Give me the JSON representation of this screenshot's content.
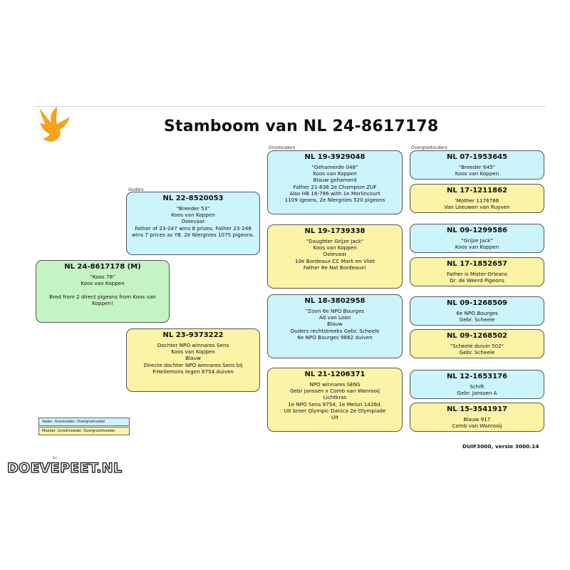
{
  "title": "Stamboom van NL 24-8617178",
  "generations": {
    "ouders": "Ouders",
    "grootouders": "Grootouders",
    "overgrootouders": "Overgrootouders"
  },
  "subject": {
    "ring": "NL 24-8617178 (M)",
    "lines": [
      "\"Koos 78\"",
      "Koos van Koppen",
      " ",
      "Bred from 2 direct pigeons from Koos van Koppen!"
    ]
  },
  "parents": [
    {
      "ring": "NL 22-8520053",
      "lines": [
        "\"Breeder 53\"",
        "Koos van Koppen",
        "Ooievaar",
        "Father of 23-247 wins 8 prizes. Father 23-248 wins 7 prices as YB. 2e Niergnies 1075 pigeons."
      ]
    },
    {
      "ring": "NL 23-9373222",
      "lines": [
        "Dochter NPO winnares Sens",
        "Koos van Koppen",
        "Blauw",
        "Directe dochter NPO winnares Sens bij P.Hellemons tegen 8754 duiven"
      ]
    }
  ],
  "grandparents": [
    {
      "ring": "NL 19-3929048",
      "lines": [
        "\"Gehamerde 048\"",
        "Koos van Koppen",
        "Blauw gehamerd",
        "Father 21-836 2e Champion ZUF",
        "Also HB 18-786 with 1e Morlincourt",
        "1109 igeons, 2e NIergnies 520 pigeons"
      ]
    },
    {
      "ring": "NL 19-1739338",
      "lines": [
        "\"Daughter Grijze Jack\"",
        "Koos van Koppen",
        "Ooievaar",
        "10e Bordeaux CC Mark en Vliet",
        "Father 8e Nat Bordeaux!"
      ]
    },
    {
      "ring": "NL 18-3802958",
      "lines": [
        "\"Zoon 6e NPO Bourges",
        "Ad van Loon",
        "Blauw",
        "Ouders rechtstreeks Gebr. Scheele",
        "6e NPO Bourges 9882 duiven"
      ]
    },
    {
      "ring": "NL 21-1206371",
      "lines": [
        "NPO winnares SENS",
        "Gebr Janssen x Comb van Wanrooij",
        "Lichtkras",
        "1e NPO Sens 8754, 1e Melun 1426d.",
        "Uit broer Olympic Danica 2e Olympiade",
        "Uit"
      ]
    }
  ],
  "great_grandparents": [
    {
      "ring": "NL 07-1953645",
      "lines": [
        "\"Breeder 645\"",
        "Koos van Koppen"
      ]
    },
    {
      "ring": "NL 17-1211862",
      "lines": [
        "'Mother 1176786",
        "Van Leeuwen van Ruyven"
      ]
    },
    {
      "ring": "NL 09-1299586",
      "lines": [
        "\"Grijze Jack\"",
        "Koos van Koppen"
      ]
    },
    {
      "ring": "NL 17-1852657",
      "lines": [
        "Father is Mister Orleans",
        "Dr. de Weerd Pigeons"
      ]
    },
    {
      "ring": "NL 09-1268509",
      "lines": [
        "6e NPO Bourges",
        "Gebr. Scheele"
      ]
    },
    {
      "ring": "NL 09-1268502",
      "lines": [
        "\"Scheele duivin 502\"",
        "Gebr. Scheele"
      ]
    },
    {
      "ring": "NL 12-1653176",
      "lines": [
        "Schift",
        "Gebr. Janssen A"
      ]
    },
    {
      "ring": "NL 15-3541917",
      "lines": [
        "Blauw 917",
        "Comb van Wanrooij"
      ]
    }
  ],
  "legend": {
    "sire": "Vader, Grootvader, Overgrootvader",
    "dam": "Moeder, Grootmoeder, Overgrootmoeder"
  },
  "version": "DUIF3000, versie 3000.14",
  "watermark": "DOEVEPEET.NL",
  "watermark_prefix": "Bsi",
  "colors": {
    "sire": "#ccf4fb",
    "dam": "#fbf3a6",
    "subject": "#c4f4c4",
    "logo": "#f5a21d"
  }
}
